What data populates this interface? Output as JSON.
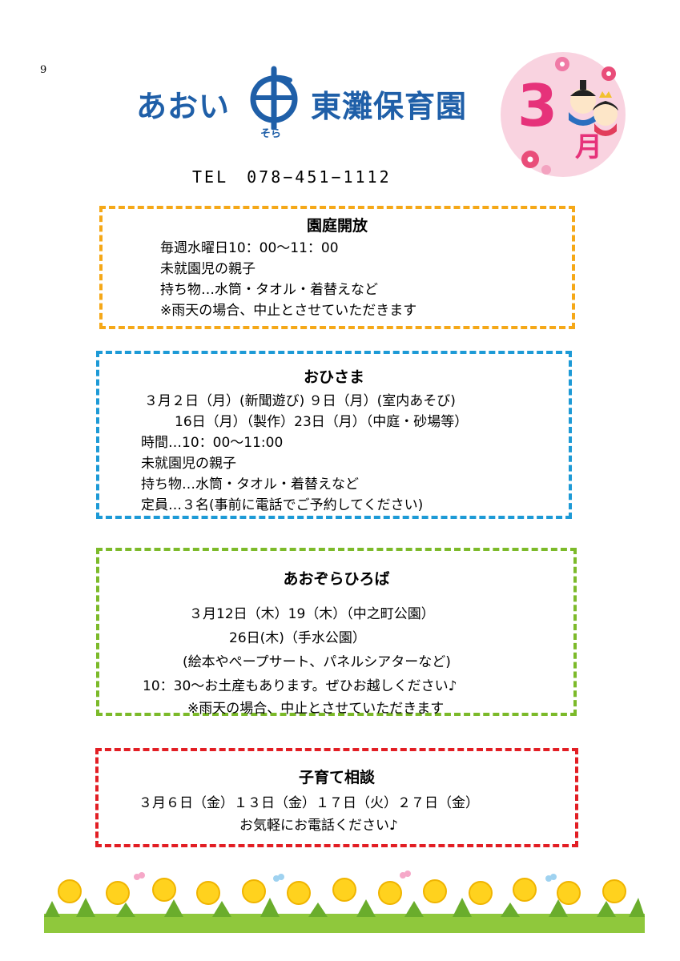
{
  "page_number": "9",
  "logo": {
    "left_text": "あおい",
    "right_text": "東灘保育園",
    "sub_text": "そら",
    "brand_color": "#1f5fa8"
  },
  "month_badge": {
    "number": "3",
    "unit": "月",
    "accent_color": "#e6327a"
  },
  "tel": "TEL　078−451−1112",
  "sections": [
    {
      "title": "園庭開放",
      "border_color": "#f5a818",
      "lines": [
        "毎週水曜日10：00〜11：00",
        "未就園児の親子",
        "持ち物…水筒・タオル・着替えなど",
        "※雨天の場合、中止とさせていただきます"
      ]
    },
    {
      "title": "おひさま",
      "border_color": "#1d9ad6",
      "lines": [
        "３月２日（月）(新聞遊び) ９日（月）(室内あそび)",
        "16日（月）（製作）23日（月）（中庭・砂場等）",
        "時間…10：00〜11:00",
        "未就園児の親子",
        "持ち物…水筒・タオル・着替えなど",
        "定員…３名(事前に電話でご予約してください)"
      ]
    },
    {
      "title": "あおぞらひろば",
      "border_color": "#7cba2a",
      "lines": [
        "３月12日（木）19（木）（中之町公園）",
        "26日(木)（手水公園）",
        "(絵本やぺープサート、パネルシアターなど)",
        "10：30〜お土産もあります。ぜひお越しください♪",
        "※雨天の場合、中止とさせていただきます"
      ]
    },
    {
      "title": "子育て相談",
      "border_color": "#e21e24",
      "lines": [
        "３月６日（金）１３日（金）１７日（火）２７日（金）",
        "お気軽にお電話ください♪"
      ]
    }
  ]
}
